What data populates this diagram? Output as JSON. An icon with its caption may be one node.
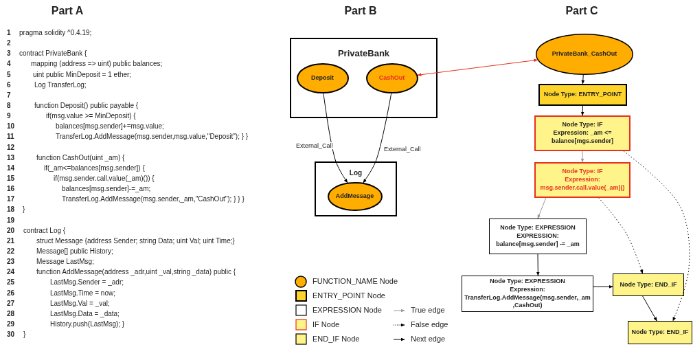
{
  "diagram": {
    "nodes": [
      {
        "text": [
          "PrivateBank"
        ]
      },
      {
        "text": [
          "Deposit"
        ],
        "in": 0
      },
      {
        "text": [
          "CashOut"
        ],
        "in": 0
      },
      {
        "text": [
          "Log"
        ]
      },
      {
        "text": [
          "AddMessage"
        ],
        "in": 3
      },
      {
        "text": [
          "PrivateBank_CashOut"
        ]
      },
      {
        "text": [
          "Node Type: ENTRY_POINT"
        ]
      },
      {
        "text": [
          "Node Type: IF",
          "Expression: _am <= balance[mgs.sender]"
        ]
      },
      {
        "text": [
          "Node Type: IF",
          "Expression: msg.sender.call.value(_am)()"
        ]
      },
      {
        "text": [
          "Node Type: EXPRESSION",
          "EXPRESSION: balance[msg.sender] -= _am"
        ]
      },
      {
        "text": [
          "Node Type: EXPRESSION",
          "Expression: TransferLog.AddMessage(msg.sender,_am ,CashOut)"
        ]
      },
      {
        "text": [
          "Node Type: END_IF"
        ]
      },
      {
        "text": [
          "Node Type: END_IF"
        ]
      }
    ],
    "edges": [
      {
        "from": 1,
        "to": 4,
        "arrow": "to",
        "label": "External_Call"
      },
      {
        "from": 2,
        "to": 4,
        "arrow": "to",
        "label": "External_Call"
      },
      {
        "from": 5,
        "to": 2,
        "arrow": "both",
        "color": "#e8301c"
      },
      {
        "from": 5,
        "to": 6,
        "arrow": "to"
      },
      {
        "from": 6,
        "to": 7,
        "arrow": "to"
      },
      {
        "from": 7,
        "to": 8,
        "arrow": "to",
        "color": "#999999"
      },
      {
        "from": 7,
        "to": 12,
        "arrow": "to",
        "style": "dashed"
      },
      {
        "from": 8,
        "to": 11,
        "arrow": "to",
        "style": "dashed"
      },
      {
        "from": 8,
        "to": 9,
        "arrow": "to",
        "color": "#999999"
      },
      {
        "from": 9,
        "to": 10,
        "arrow": "to"
      },
      {
        "from": 10,
        "to": 11,
        "arrow": "to"
      },
      {
        "from": 11,
        "to": 12,
        "arrow": "to"
      }
    ],
    "labels": [
      "Part A",
      "Part B",
      "Part C",
      "1",
      "pragma solidity ^0.4.19;",
      "2",
      "3",
      "contract PrivateBank {",
      "4",
      "mapping (address => uint) public balances;",
      "5",
      "uint public MinDeposit = 1 ether;",
      "6",
      "Log TransferLog;",
      "7",
      "8",
      "function Deposit() public payable {",
      "9",
      "if(msg.value >= MinDeposit) {",
      "10",
      "balances[msg.sender]+=msg.value;",
      "11",
      "TransferLog.AddMessage(msg.sender,msg.value,\"Deposit\"); } }",
      "12",
      "13",
      "function CashOut(uint _am) {",
      "14",
      "if(_am<=balances[msg.sender]) {",
      "15",
      "if(msg.sender.call.value(_am)()) {",
      "16",
      "balances[msg.sender]-=_am;",
      "17",
      "TransferLog.AddMessage(msg.sender,_am,\"CashOut\"); } } }",
      "18",
      "}",
      "19",
      "20",
      "contract Log {",
      "21",
      "struct Message {address Sender; string  Data; uint Val; uint  Time;}",
      "22",
      "Message[] public History;",
      "23",
      "Message LastMsg;",
      "24",
      "function AddMessage(address _adr,uint _val,string _data) public {",
      "25",
      "LastMsg.Sender = _adr;",
      "26",
      "LastMsg.Time = now;",
      "27",
      "LastMsg.Val = _val;",
      "28",
      "LastMsg.Data = _data;",
      "29",
      "History.push(LastMsg); }",
      "30",
      "}"
    ],
    "legend": [
      {
        "text": "FUNCTION_NAME Node",
        "color": "#ffad00"
      },
      {
        "text": "ENTRY_POINT Node",
        "color": "#ffd42a"
      },
      {
        "text": "EXPRESSION Node",
        "color": "#ffffff"
      },
      {
        "text": "IF Node",
        "color": "#fff48a"
      },
      {
        "text": "END_IF Node",
        "color": "#fff48a"
      },
      {
        "text": "True edge"
      },
      {
        "text": "False edge"
      },
      {
        "text": "Next edge"
      }
    ]
  }
}
